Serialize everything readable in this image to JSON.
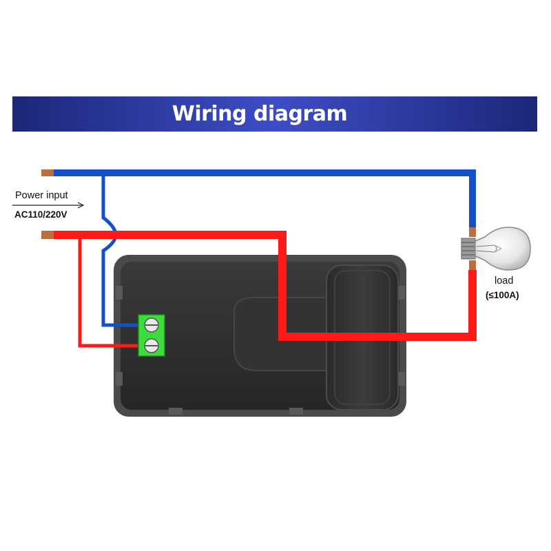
{
  "banner": {
    "title": "Wiring diagram"
  },
  "labels": {
    "power_input": "Power input",
    "voltage": "AC110/220V",
    "load": "load",
    "load_rating": "(≤100A)"
  },
  "colors": {
    "banner_dark": "#1f2a7a",
    "banner_light": "#3a4ac2",
    "live_wire": "#ff1a1a",
    "neutral_wire": "#1450c8",
    "device_body": "#2f2f2f",
    "terminal": "#3ddc3d",
    "copper": "#b8703e"
  },
  "icons": {
    "bulb": "light-bulb-icon",
    "arrow": "arrow-right-icon",
    "terminal": "screw-terminal-icon"
  }
}
